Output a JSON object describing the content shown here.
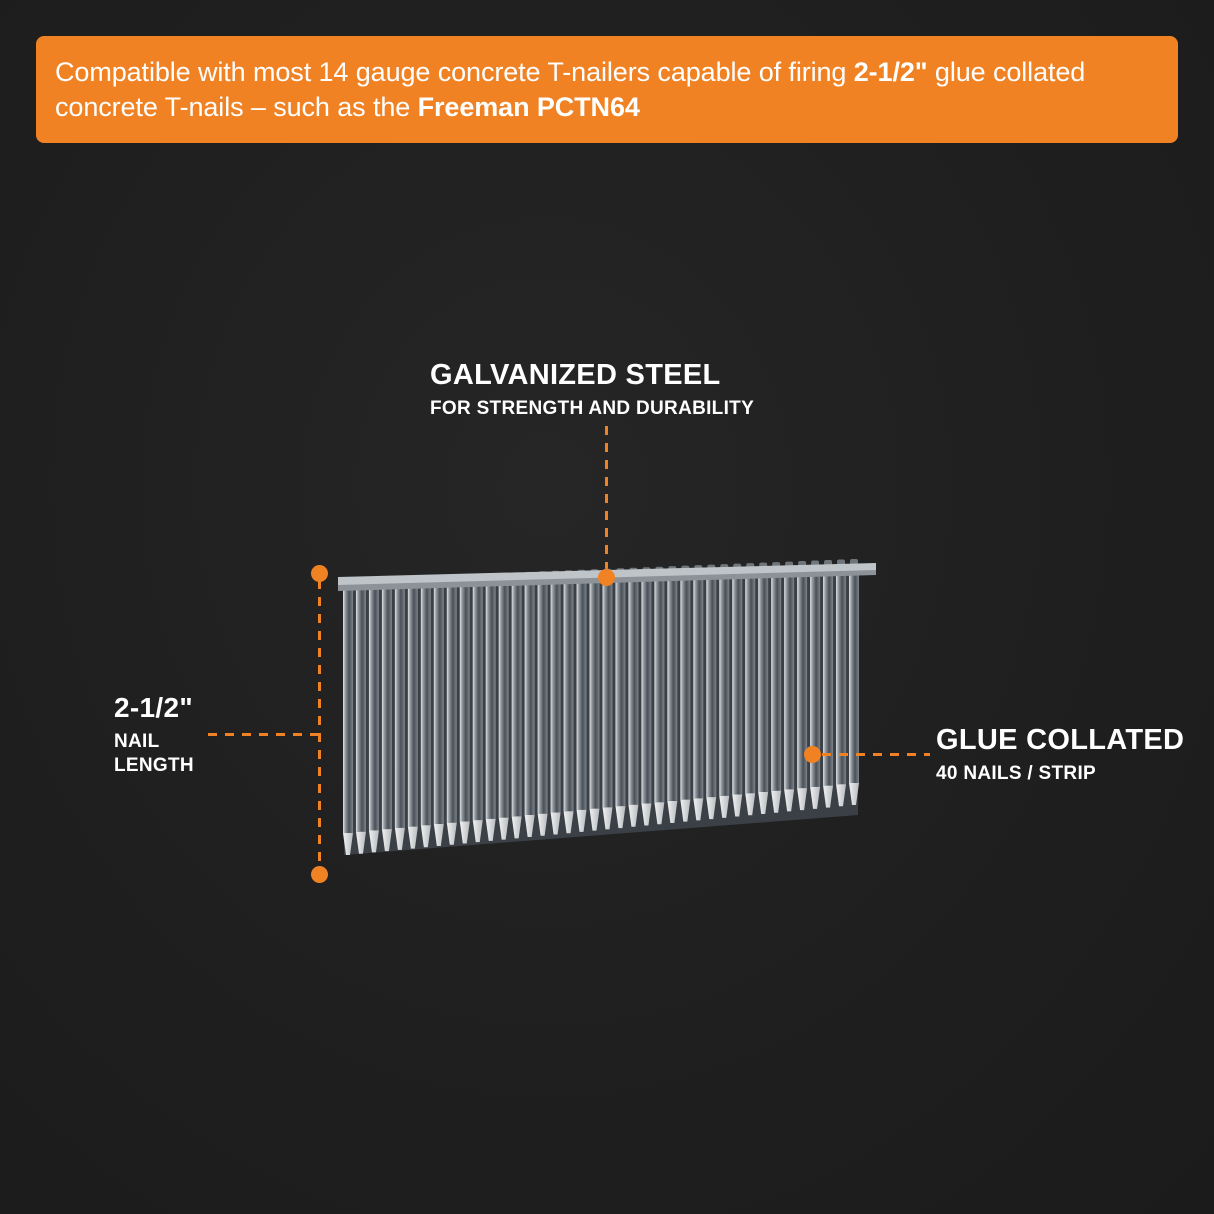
{
  "banner": {
    "text_part1": "Compatible with most 14 gauge concrete T-nailers capable of firing ",
    "text_bold1": "2-1/2\"",
    "text_part2": " glue collated concrete T-nails – such as the ",
    "text_bold2": "Freeman PCTN64",
    "background_color": "#f08223"
  },
  "callouts": {
    "material": {
      "title": "GALVANIZED STEEL",
      "subtitle": "FOR STRENGTH AND DURABILITY"
    },
    "length": {
      "title": "2-1/2\"",
      "subtitle_line1": "NAIL",
      "subtitle_line2": "LENGTH"
    },
    "collation": {
      "title": "GLUE COLLATED",
      "subtitle": "40 NAILS / STRIP"
    }
  },
  "product_image": {
    "description": "strip of galvanized glue collated concrete T-nails",
    "nail_count": 40
  },
  "colors": {
    "accent": "#f08223",
    "background": "#1f1f1f",
    "text": "#ffffff"
  }
}
